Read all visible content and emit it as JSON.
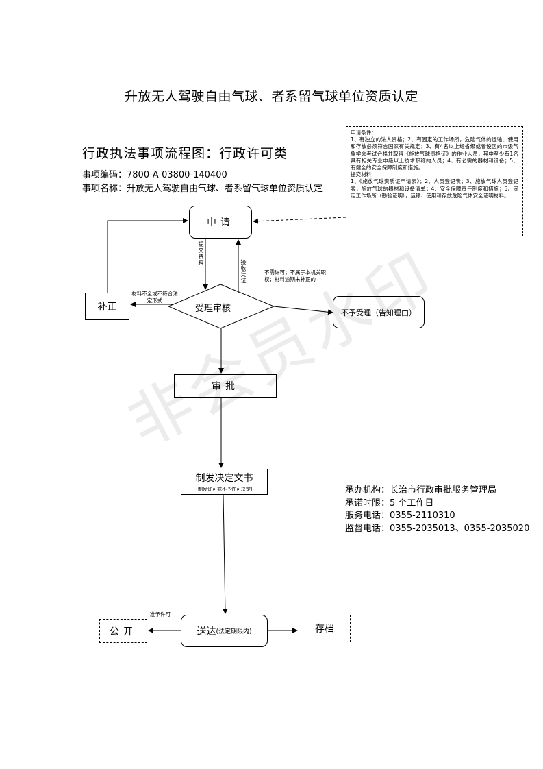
{
  "main_title": "升放无人驾驶自由气球、者系留气球单位资质认定",
  "flow_title": "行政执法事项流程图：行政许可类",
  "item_code": "事项编码：7800-A-03800-140400",
  "item_name": "事项名称：升放无人驾驶自由气球、者系留气球单位资质认定",
  "conditions": {
    "heading": "申请条件：",
    "text": "1、有独立的法人资格；2、有固定的工作场所，危险气体的运输、使用和存放必须符合国家有关规定；3、有4名以上经省级或者设区的市级气象学会考试合格并取得《施放气球资格证》的作业人员，其中至少有1名具有相关专业中级以上技术职称的人员；4、有必需的器材和设备；5、有健全的安全保障制度和措施。",
    "materials_heading": "提交材料",
    "materials_text": "1、《施放气球资质证申请表》；2、人员登记表；3、施放气球人员登记表，施放气球的器材和设备清单；4、安全保障责任制度和措施；5、固定工作场所（勘验证明），运输、使用和存放危险气体安全证明材料。"
  },
  "nodes": {
    "apply": "申请",
    "supplement": "补正",
    "review": "受理审核",
    "reject": "不予受理（告知理由）",
    "approve": "审批",
    "decision": "制发决定文书",
    "decision_sub": "(制发许可或不予许可决定)",
    "deliver": "送达",
    "deliver_sub": "(法定期限内)",
    "public": "公开",
    "archive": "存档"
  },
  "labels": {
    "submit": "提交资料",
    "receipt": "接收凭证",
    "incomplete": "材料不全或不符合法定形式",
    "not_needed": "不需许可；不属于本机关职权；材料逾期未补正的",
    "grant": "准予许可"
  },
  "agency": {
    "org": "承办机构：长治市行政审批服务管理局",
    "time_limit": "承诺时限：5 个工作日",
    "service_phone": "服务电话：0355-2110310",
    "supervision_phone": "监督电话：0355-2035013、0355-2035020"
  },
  "watermark": "非会员水印"
}
